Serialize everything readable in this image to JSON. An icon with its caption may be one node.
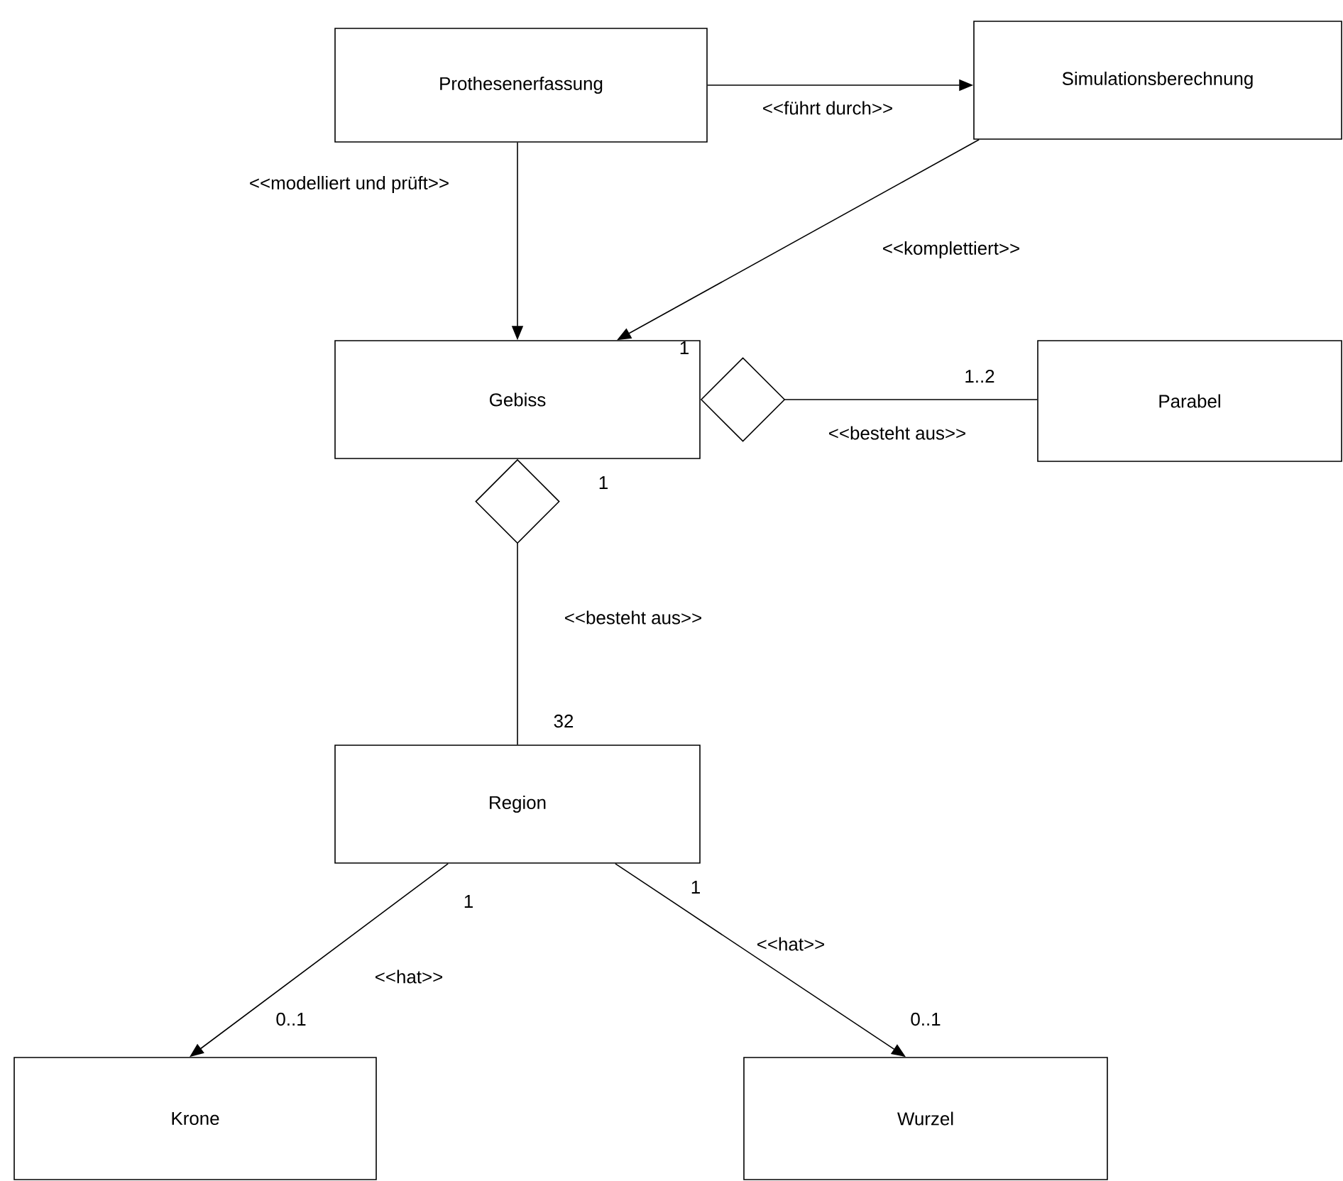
{
  "diagram": {
    "nodes": [
      {
        "text": [
          "Prothesenerfassung"
        ]
      },
      {
        "text": [
          "Simulationsberechnung"
        ]
      },
      {
        "text": [
          "Gebiss"
        ]
      },
      {
        "text": [
          "Parabel"
        ]
      },
      {
        "text": [
          "Region"
        ]
      },
      {
        "text": [
          "Krone"
        ]
      },
      {
        "text": [
          "Wurzel"
        ]
      }
    ],
    "edges": [
      {
        "from": 0,
        "to": 1,
        "arrow": "to",
        "label": "<<führt durch>>"
      },
      {
        "from": 0,
        "to": 2,
        "arrow": "to",
        "label": "<<modelliert und prüft>>"
      },
      {
        "from": 1,
        "to": 2,
        "arrow": "to",
        "label": "<<komplettiert>>"
      },
      {
        "from": 2,
        "to": 3,
        "arrow": "other",
        "label": "<<besteht aus>>"
      },
      {
        "from": 2,
        "to": 4,
        "arrow": "other",
        "label": "<<besteht aus>>"
      },
      {
        "from": 4,
        "to": 5,
        "arrow": "to",
        "label": "<<hat>>"
      },
      {
        "from": 4,
        "to": 6,
        "arrow": "to",
        "label": "<<hat>>"
      }
    ],
    "labels": [
      "1",
      "1..2",
      "1",
      "32",
      "1",
      "1",
      "0..1",
      "0..1"
    ]
  }
}
